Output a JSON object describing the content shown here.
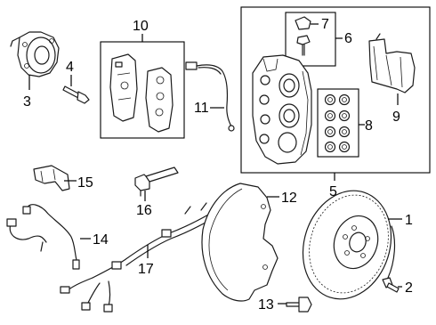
{
  "callouts": [
    {
      "id": "1",
      "text": "1"
    },
    {
      "id": "2",
      "text": "2"
    },
    {
      "id": "3",
      "text": "3"
    },
    {
      "id": "4",
      "text": "4"
    },
    {
      "id": "5",
      "text": "5"
    },
    {
      "id": "6",
      "text": "6"
    },
    {
      "id": "7",
      "text": "7"
    },
    {
      "id": "8",
      "text": "8"
    },
    {
      "id": "9",
      "text": "9"
    },
    {
      "id": "10",
      "text": "10"
    },
    {
      "id": "11",
      "text": "11"
    },
    {
      "id": "12",
      "text": "12"
    },
    {
      "id": "13",
      "text": "13"
    },
    {
      "id": "14",
      "text": "14"
    },
    {
      "id": "15",
      "text": "15"
    },
    {
      "id": "16",
      "text": "16"
    },
    {
      "id": "17",
      "text": "17"
    }
  ],
  "colors": {
    "line": "#1a1a1a",
    "background": "#ffffff"
  }
}
